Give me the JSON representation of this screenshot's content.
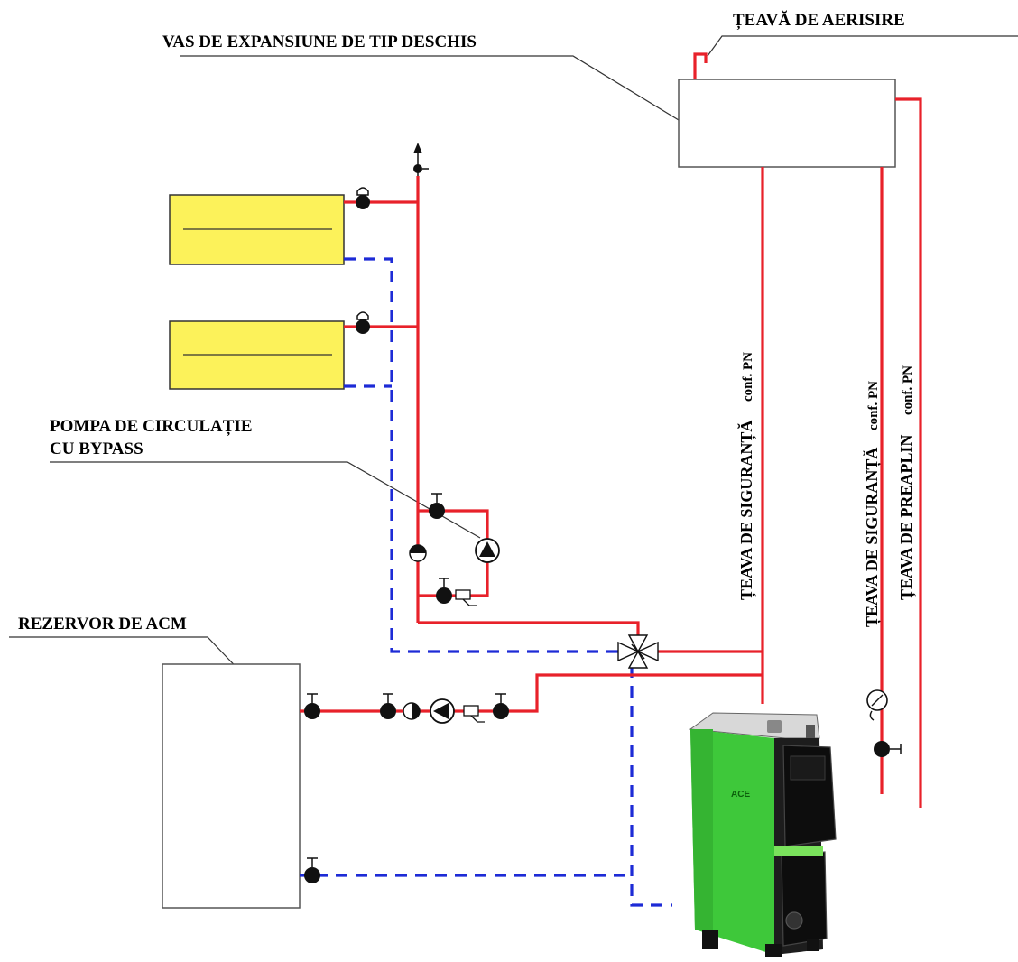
{
  "labels": {
    "vent_pipe": "ȚEAVĂ DE AERISIRE",
    "expansion_vessel": "VAS DE EXPANSIUNE DE TIP DESCHIS",
    "pump_line1": "POMPA DE CIRCULAȚIE",
    "pump_line2": "CU BYPASS",
    "dhw_tank": "REZERVOR DE ACM",
    "safety_pipe_1": "ȚEAVA DE SIGURANȚĂ",
    "safety_pipe_1_conf": "conf. PN",
    "safety_pipe_2": "ȚEAVA DE SIGURANȚĂ",
    "safety_pipe_2_conf": "conf. PN",
    "overflow_pipe": "ȚEAVA DE PREAPLIN",
    "overflow_pipe_conf": "conf. PN"
  },
  "boiler": {
    "brand": "ACE"
  },
  "colors": {
    "hot_pipe": "#e8212a",
    "return_pipe": "#1d2bd6",
    "radiator_fill": "#fcf25a",
    "boiler_body": "#3ec83a"
  }
}
